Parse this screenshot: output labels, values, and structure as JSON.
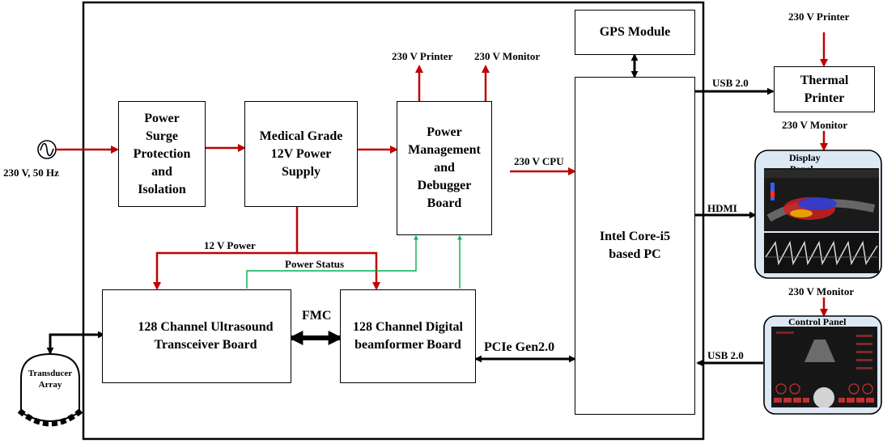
{
  "colors": {
    "power": "#c00000",
    "signal": "#00b050",
    "data": "#000000",
    "device_bg": "#dde8f5"
  },
  "blocks": {
    "surge": "Power\nSurge\nProtection\nand\nIsolation",
    "psu": "Medical Grade\n12V Power\nSupply",
    "pmb": "Power\nManagement\nand\nDebugger\nBoard",
    "gps": "GPS Module",
    "pc": "Intel Core-i5\nbased PC",
    "transceiver": "128 Channel Ultrasound\nTransceiver Board",
    "beamformer": "128 Channel Digital\nbeamformer Board",
    "printer": "Thermal\nPrinter"
  },
  "labels": {
    "mains": "230 V, 50 Hz",
    "pmb_printer": "230 V Printer",
    "pmb_monitor": "230 V Monitor",
    "cpu": "230 V CPU",
    "v12": "12 V Power",
    "power_status": "Power Status",
    "fmc": "FMC",
    "pcie": "PCIe Gen2.0",
    "usb_printer": "USB 2.0",
    "hdmi": "HDMI",
    "usb_panel": "USB 2.0",
    "ext_printer": "230 V Printer",
    "ext_monitor_display": "230 V Monitor",
    "ext_monitor_panel": "230 V Monitor",
    "transducer": "Transducer\nArray"
  },
  "devices": {
    "display_title": "Display",
    "display_title_cut": "Panel",
    "control_title": "Control Panel"
  }
}
